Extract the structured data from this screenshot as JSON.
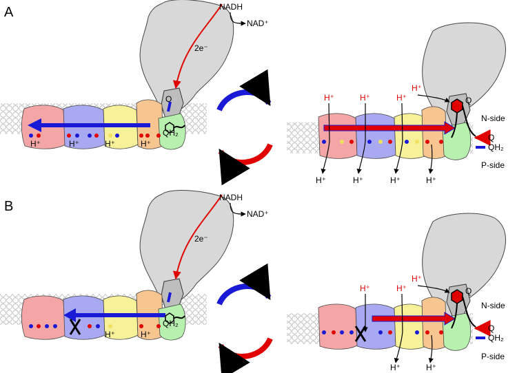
{
  "panels": [
    {
      "letter": "A",
      "left_module": {
        "nadh": "NADH",
        "nad": "NAD⁺",
        "electrons": "2e⁻",
        "q": "Q",
        "qh2": "QH₂",
        "subunit_protons": [
          "H⁺",
          "H⁺",
          "H⁺",
          "H⁺"
        ]
      },
      "right_module": {
        "top_protons": [
          "H⁺",
          "H⁺",
          "H⁺",
          "H⁺"
        ],
        "bottom_protons": [
          "H⁺",
          "H⁺",
          "H⁺",
          "H⁺"
        ],
        "q": "Q",
        "q_legend": "Q",
        "qh2_legend": "QH₂",
        "n_side": "N-side",
        "p_side": "P-side"
      }
    },
    {
      "letter": "B",
      "left_module": {
        "nadh": "NADH",
        "nad": "NAD⁺",
        "electrons": "2e⁻",
        "qh2": "QH₂",
        "subunit_protons": [
          "H⁺",
          "H⁺"
        ]
      },
      "right_module": {
        "top_protons": [
          "H⁺",
          "H⁺",
          "H⁺"
        ],
        "bottom_protons": [
          "H⁺",
          "H⁺"
        ],
        "q": "Q",
        "q_legend": "Q",
        "qh2_legend": "QH₂",
        "n_side": "N-side",
        "p_side": "P-side"
      }
    }
  ],
  "colors": {
    "pink_subunit": "#f4a6a6",
    "blue_subunit": "#a9a9f2",
    "yellow_subunit": "#f7f29a",
    "orange_subunit": "#f7c690",
    "green_subunit": "#b8f0b0",
    "hydrophilic_arm": "#d8d8d8",
    "blue_arrow": "#1a1ad6",
    "red_arrow": "#e00000"
  },
  "icons": [
    "cycle-arrows-icon",
    "quinone-hexagon-icon",
    "block-x-icon"
  ]
}
